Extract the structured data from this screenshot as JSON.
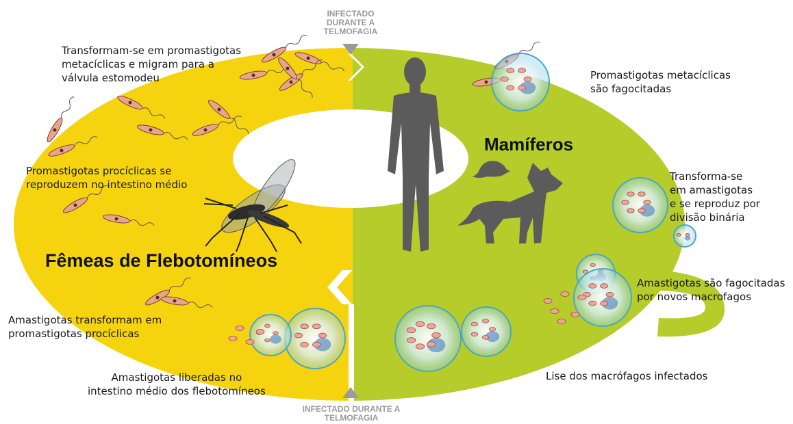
{
  "markers": {
    "top": "INFECTADO\nDURANTE A\nTELMOFAGIA",
    "bottom": "INFECTADO DURANTE A\nTELMOFAGIA"
  },
  "hosts": {
    "vector": "Fêmeas de Flebotomíneos",
    "mammal": "Mamíferos"
  },
  "steps": {
    "promastigotas_fagocitadas": "Promastigotas metacíclicas\nsão fagocitadas",
    "transforma_amastigotas": "Transforma-se\nem amastigotas\ne se reproduz por\ndivisão binária",
    "amastigotas_fagocitadas": "Amastigotas são fagocitadas\npor novos macrofagos",
    "lise": "Lise dos macrófagos infectados",
    "amastigotas_liberadas": "Amastigotas liberadas no\nintestino médio dos flebotomíneos",
    "amastigotas_transformam": "Amastigotas transformam em\npromastigotas procíclicas",
    "prociclicas_reproduzem": "Promastigotas procíclicas se\nreproduzem no intestino médio",
    "metaciclicas_migram": "Transformam-se em promastigotas\nmetacíclicas e migram para a\nválvula estomodeu"
  },
  "colors": {
    "vector_half": "#f5d40f",
    "mammal_half": "#b5cc2a",
    "marker": "#9a9a9a",
    "silhouette": "#5b5b5b"
  },
  "icons": [
    "mosquito-icon",
    "human-silhouette-icon",
    "dog-silhouette-icon",
    "rodent-silhouette-icon",
    "parasite-icon",
    "macrophage-icon"
  ]
}
